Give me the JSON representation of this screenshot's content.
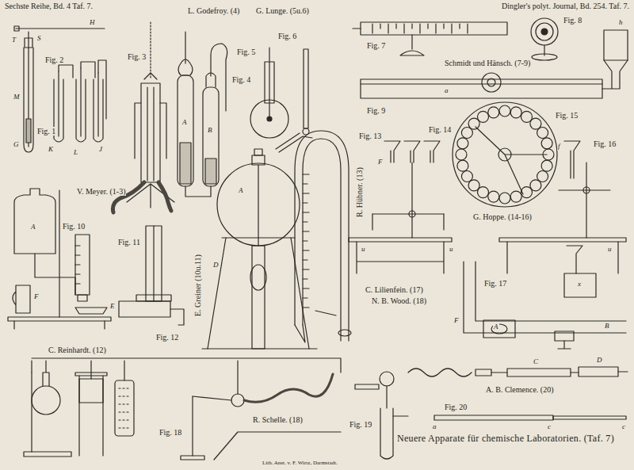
{
  "diagram": {
    "caption": "Neuere Apparate für chemische Laboratorien. (Taf. 7)",
    "labels": [
      "Sechste Reihe, Bd. 4 Taf. 7.",
      "Dingler's polyt. Journal, Bd. 254. Taf. 7.",
      "H",
      "T",
      "S",
      "M",
      "G",
      "Fig. 1",
      "Fig. 2",
      "K",
      "L",
      "J",
      "V. Meyer. (1-3)",
      "Fig. 3",
      "L. Godefroy. (4)",
      "A",
      "B",
      "Fig. 4",
      "G. Lunge. (5u.6)",
      "Fig. 5",
      "Fig. 6",
      "Fig. 7",
      "Fig. 8",
      "Schmidt und Hänsch. (7-9)",
      "h",
      "Fig. 9",
      "a",
      "Fig. 10",
      "A",
      "F",
      "E",
      "Fig. 11",
      "E. Greiner (10u.11)",
      "A",
      "D",
      "Fig. 12",
      "Fig. 13",
      "R. Hübner. (13)",
      "Fig. 14",
      "F",
      "Fig. 15",
      "Fig. 16",
      "f",
      "x",
      "G. Hoppe. (14-16)",
      "u",
      "u",
      "u",
      "C. Lilienfein. (17)",
      "N. B. Wood. (18)",
      "Fig. 17",
      "F",
      "A",
      "B",
      "C. Reinhardt. (12)",
      "Fig. 18",
      "R. Schelle. (18)",
      "Fig. 19",
      "A. B. Clemence. (20)",
      "C",
      "D",
      "Fig. 20",
      "a",
      "c",
      "c",
      "Lith. Anst. v. F. Wirtz, Darmstadt."
    ]
  }
}
